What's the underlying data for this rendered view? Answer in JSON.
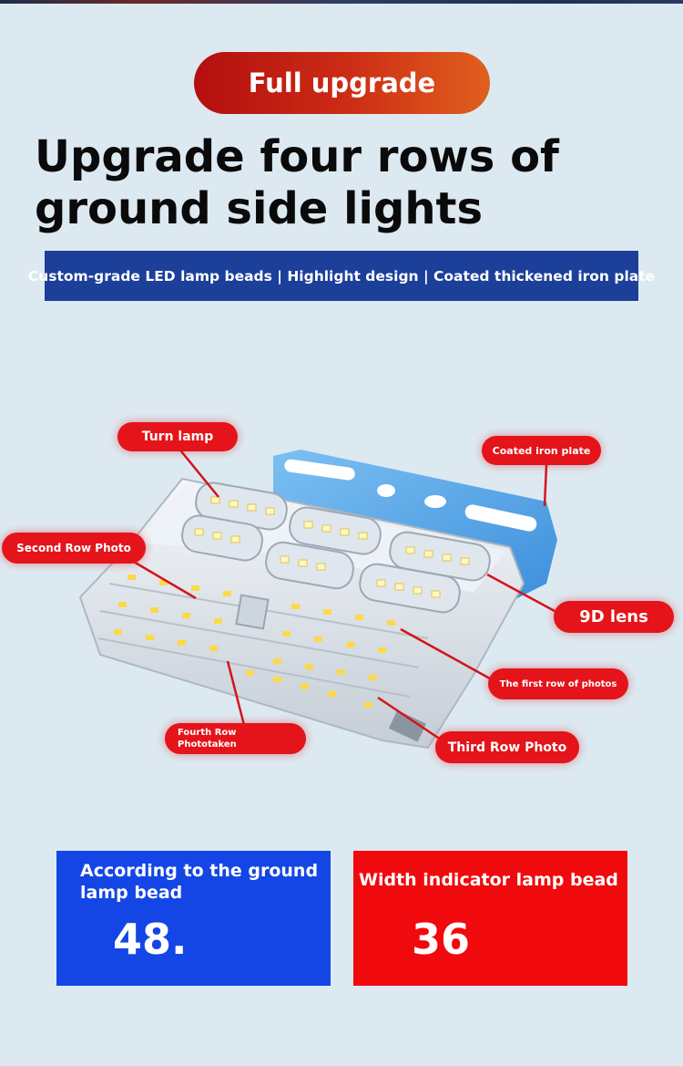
{
  "badge": {
    "label": "Full upgrade"
  },
  "headline": {
    "line1": "Upgrade four rows of",
    "line2": "ground side lights"
  },
  "features_bar": {
    "text": "Custom-grade LED lamp beads | Highlight design | Coated thickened iron plate"
  },
  "callouts": {
    "turn_lamp": "Turn lamp",
    "coated_iron_plate": "Coated iron plate",
    "second_row": "Second Row Photo",
    "lens": "9D lens",
    "first_row": "The first row of photos",
    "fourth_row_line1": "Fourth Row",
    "fourth_row_line2": "Phototaken",
    "third_row": "Third Row Photo"
  },
  "stats": {
    "ground": {
      "label": "According to the ground lamp bead",
      "value": "48."
    },
    "width_indicator": {
      "label": "Width indicator lamp bead",
      "value": "36"
    }
  },
  "colors": {
    "background": "#dde9f1",
    "accent_red": "#e4141a",
    "feature_blue": "#1c3f9a",
    "stat_blue": "#1446e6",
    "stat_red": "#f0090d",
    "plate_blue": "#5aa6e6"
  }
}
